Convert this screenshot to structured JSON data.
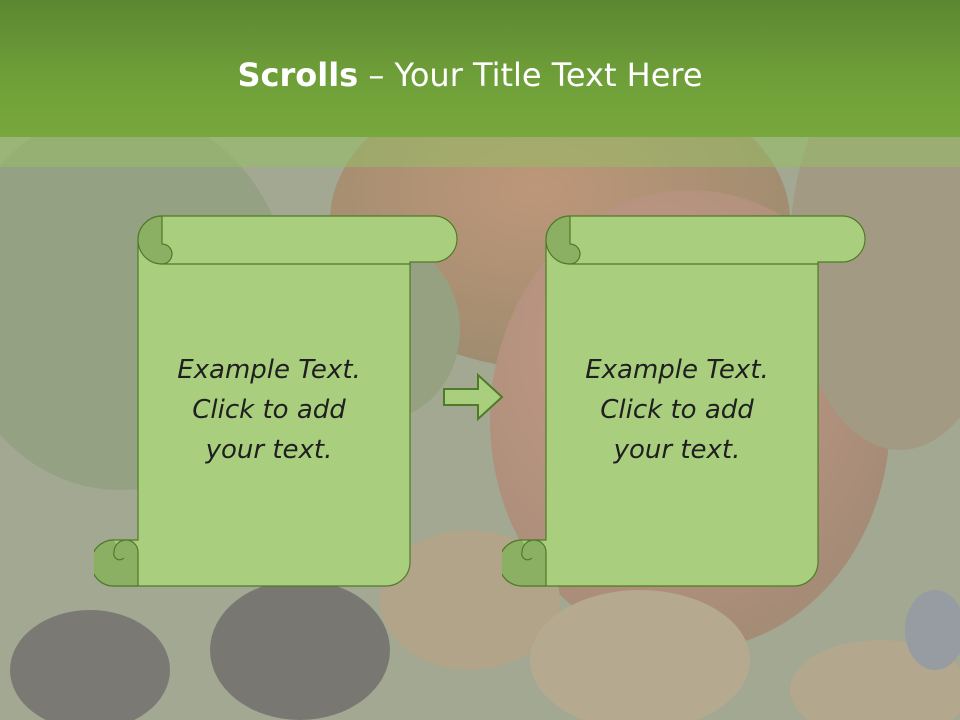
{
  "slide": {
    "title_bold": "Scrolls",
    "title_rest": " – Your Title Text Here",
    "scroll_left": {
      "line1": "Example  Text.",
      "line2": "Click  to add",
      "line3": "your text."
    },
    "scroll_right": {
      "line1": "Example  Text.",
      "line2": "Click  to add",
      "line3": "your text."
    }
  },
  "colors": {
    "title_bar": "#6e9e38",
    "scroll_fill": "#a9cf7e",
    "scroll_curl": "#8bb063",
    "outline": "#4f7a28"
  },
  "icons": [
    "right-arrow-icon"
  ]
}
